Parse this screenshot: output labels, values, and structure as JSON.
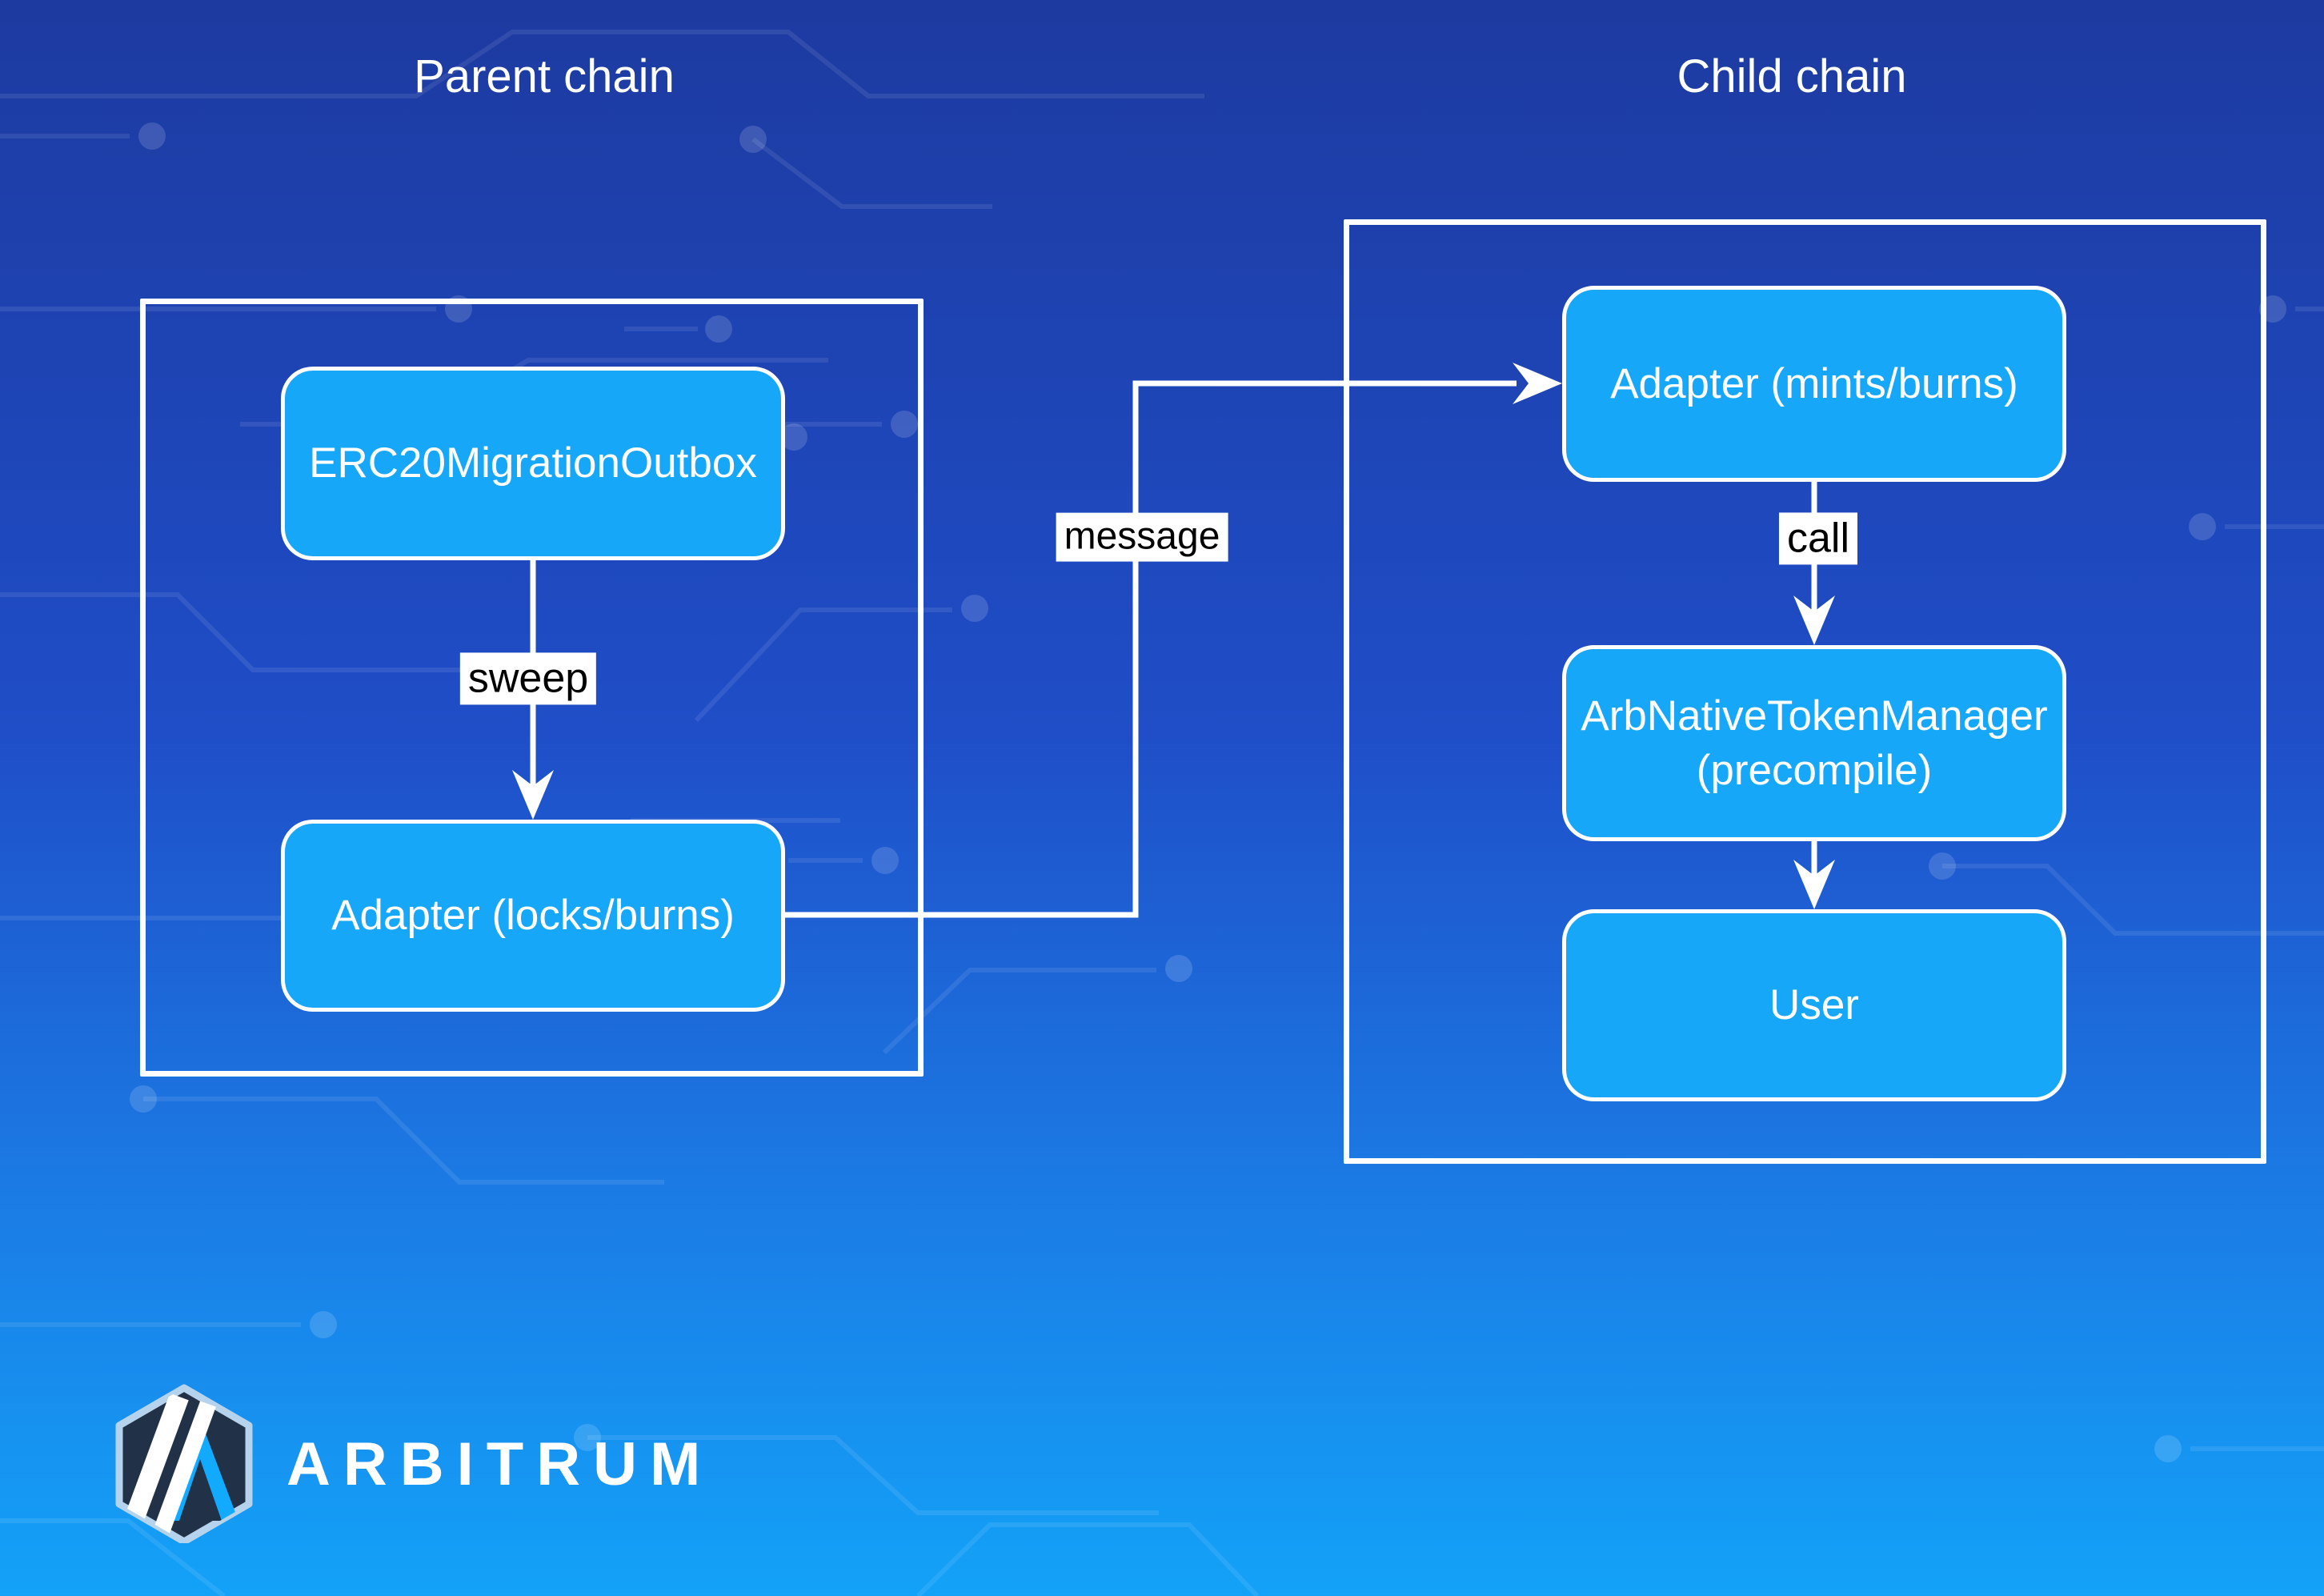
{
  "titles": {
    "parent": "Parent chain",
    "child": "Child chain"
  },
  "nodes": {
    "erc20_outbox": {
      "label": "ERC20MigrationOutbox",
      "chain": "parent"
    },
    "adapter_locks": {
      "label": "Adapter (locks/burns)",
      "chain": "parent"
    },
    "adapter_mints": {
      "label": "Adapter (mints/burns)",
      "chain": "child"
    },
    "arb_native_token_manager": {
      "label": "ArbNativeTokenManager\n(precompile)",
      "chain": "child"
    },
    "user": {
      "label": "User",
      "chain": "child"
    }
  },
  "edges": {
    "sweep": {
      "label": "sweep",
      "from": "erc20_outbox",
      "to": "adapter_locks"
    },
    "message": {
      "label": "message",
      "from": "adapter_locks",
      "to": "adapter_mints"
    },
    "call": {
      "label": "call",
      "from": "adapter_mints",
      "to": "arb_native_token_manager"
    },
    "manager_to_user": {
      "label": "",
      "from": "arb_native_token_manager",
      "to": "user"
    }
  },
  "branding": {
    "wordmark": "ARBITRUM",
    "logo_icon": "arbitrum-hexagon-logo"
  },
  "colors": {
    "background_top": "#1d3aa0",
    "background_mid": "#1f4ec8",
    "background_bottom": "#13a2f8",
    "node_fill": "#16a7f8",
    "node_border": "#ffffff",
    "group_border": "#ffffff",
    "node_text": "#ffffff",
    "edge_line": "#ffffff",
    "edge_label_bg": "#ffffff",
    "edge_label_text": "#000000",
    "logo_navy": "#213147",
    "logo_blue": "#12aaff",
    "logo_outline": "#b5d3ec",
    "circuit_trace": "#ffffff"
  }
}
